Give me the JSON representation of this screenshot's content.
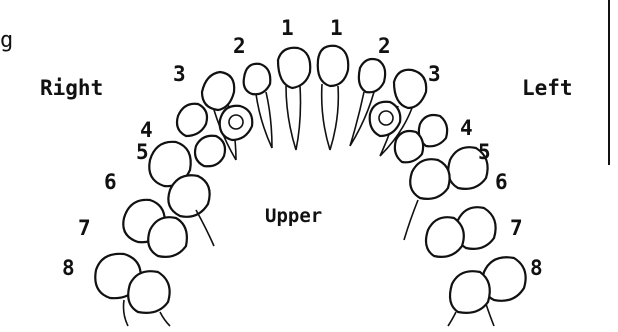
{
  "labels": {
    "right": "Right",
    "left": "Left",
    "upper": "Upper",
    "corner_fragment": "g"
  },
  "tooth_numbers": {
    "right": [
      "1",
      "2",
      "3",
      "4",
      "5",
      "6",
      "7",
      "8"
    ],
    "left": [
      "1",
      "2",
      "3",
      "4",
      "5",
      "6",
      "7",
      "8"
    ]
  }
}
